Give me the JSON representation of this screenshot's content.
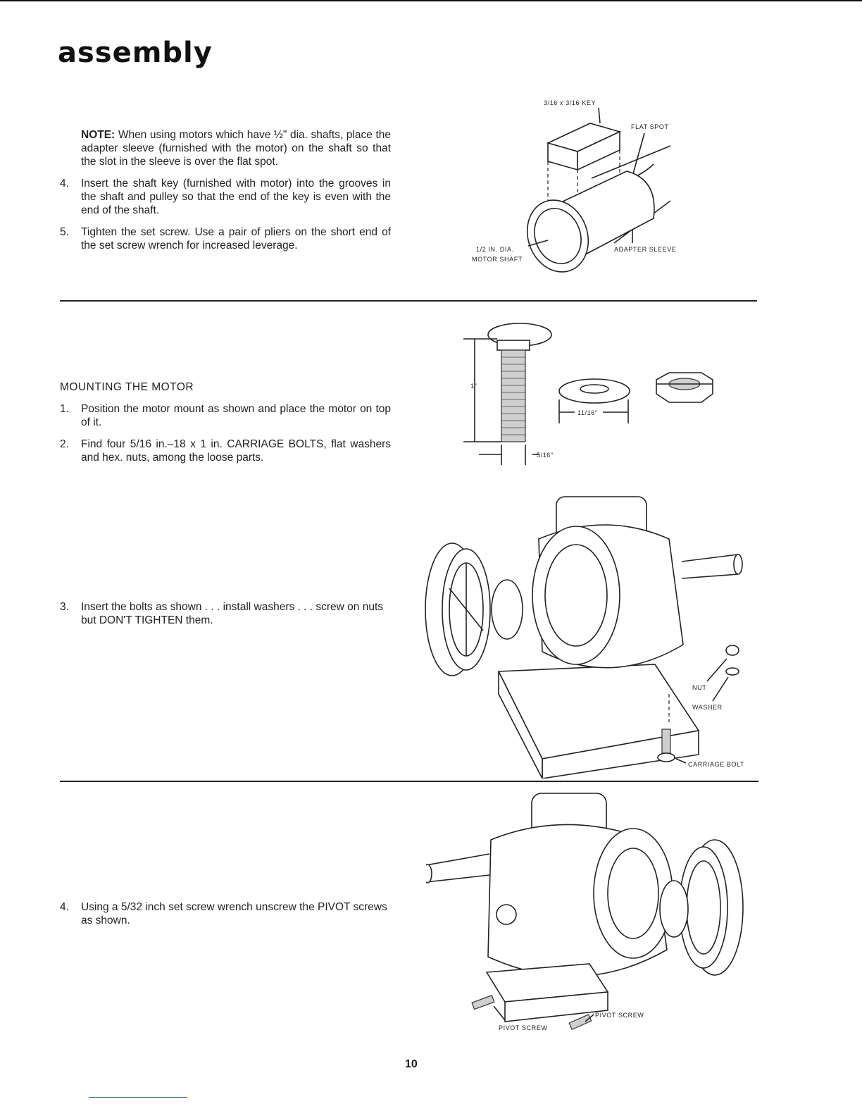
{
  "page": {
    "title": "assembly",
    "page_number": "10"
  },
  "section1": {
    "note_label": "NOTE:",
    "note_text": " When using motors which have ½\" dia. shafts, place the adapter sleeve (furnished with the motor) on the shaft so that the slot in the sleeve is over the flat spot.",
    "steps": [
      {
        "num": "4.",
        "text": "Insert the shaft key (furnished with motor) into the grooves in the shaft and pulley so that the end of the key is even with the end of the shaft."
      },
      {
        "num": "5.",
        "text": "Tighten the set screw. Use a pair of pliers on the short end of the set screw wrench for increased leverage."
      }
    ],
    "figure_labels": {
      "key": "3/16 x 3/16 KEY",
      "flat_spot": "FLAT SPOT",
      "shaft_line1": "1/2 IN. DIA.",
      "shaft_line2": "MOTOR SHAFT",
      "sleeve": "ADAPTER SLEEVE"
    }
  },
  "section2": {
    "heading": "MOUNTING THE MOTOR",
    "steps": [
      {
        "num": "1.",
        "text": "Position the motor mount as shown and place the motor on top of it."
      },
      {
        "num": "2.",
        "text": "Find four 5/16 in.–18 x 1 in. CARRIAGE BOLTS, flat washers and hex. nuts, among the loose parts."
      },
      {
        "num": "3.",
        "text": "Insert the bolts as shown . . . install washers . . . screw on nuts but DON'T TIGHTEN them."
      }
    ],
    "hardware_labels": {
      "bolt_length": "1\"",
      "washer_size": "11/16\"",
      "bolt_dia": "5/16\""
    },
    "motor_labels": {
      "nut": "NUT",
      "washer": "WASHER",
      "bolt": "CARRIAGE BOLT"
    }
  },
  "section3": {
    "steps": [
      {
        "num": "4.",
        "text": "Using a 5/32 inch set screw wrench unscrew the PIVOT screws as shown."
      }
    ],
    "labels": {
      "pivot_left": "PIVOT SCREW",
      "pivot_right": "PIVOT SCREW"
    }
  }
}
